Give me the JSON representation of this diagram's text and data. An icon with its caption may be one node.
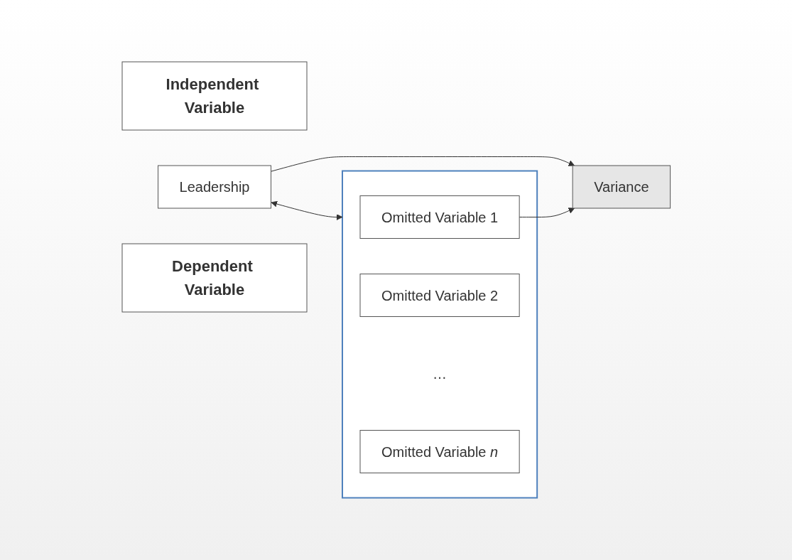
{
  "diagram": {
    "nodes": [
      {
        "text": [
          "Independent Variable"
        ]
      },
      {
        "text": [
          "Leadership"
        ]
      },
      {
        "text": [
          "Dependent Variable"
        ]
      },
      {
        "text": [
          "Variance"
        ]
      },
      {
        "text": [],
        "shape": "box"
      },
      {
        "text": [
          "Omitted Variable 1"
        ],
        "in": 4
      },
      {
        "text": [
          "Omitted Variable 2"
        ],
        "in": 4
      },
      {
        "text": [
          "…"
        ],
        "in": 4
      },
      {
        "text": [
          "Omitted Variable *n*"
        ],
        "in": 4
      }
    ],
    "edges": [
      {
        "from": 1,
        "to": 3,
        "arrow": "to"
      },
      {
        "from": 5,
        "to": 3,
        "arrow": "to"
      },
      {
        "from": 1,
        "to": 4,
        "arrow": "both"
      }
    ]
  }
}
